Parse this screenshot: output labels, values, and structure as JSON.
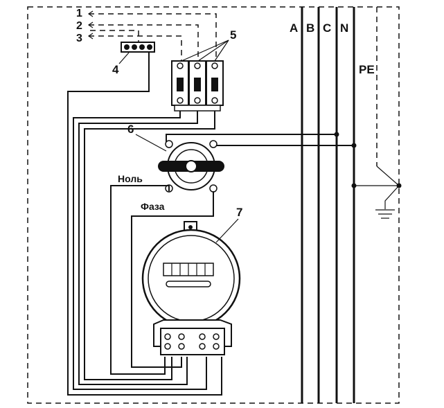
{
  "diagram": {
    "input_lines": [
      "1",
      "2",
      "3"
    ],
    "bus_labels": [
      "A",
      "B",
      "C",
      "N"
    ],
    "pe_label": "PE",
    "callouts": [
      "4",
      "5",
      "6",
      "7"
    ],
    "wire_labels": {
      "neutral": "Ноль",
      "phase": "Фаза"
    }
  }
}
